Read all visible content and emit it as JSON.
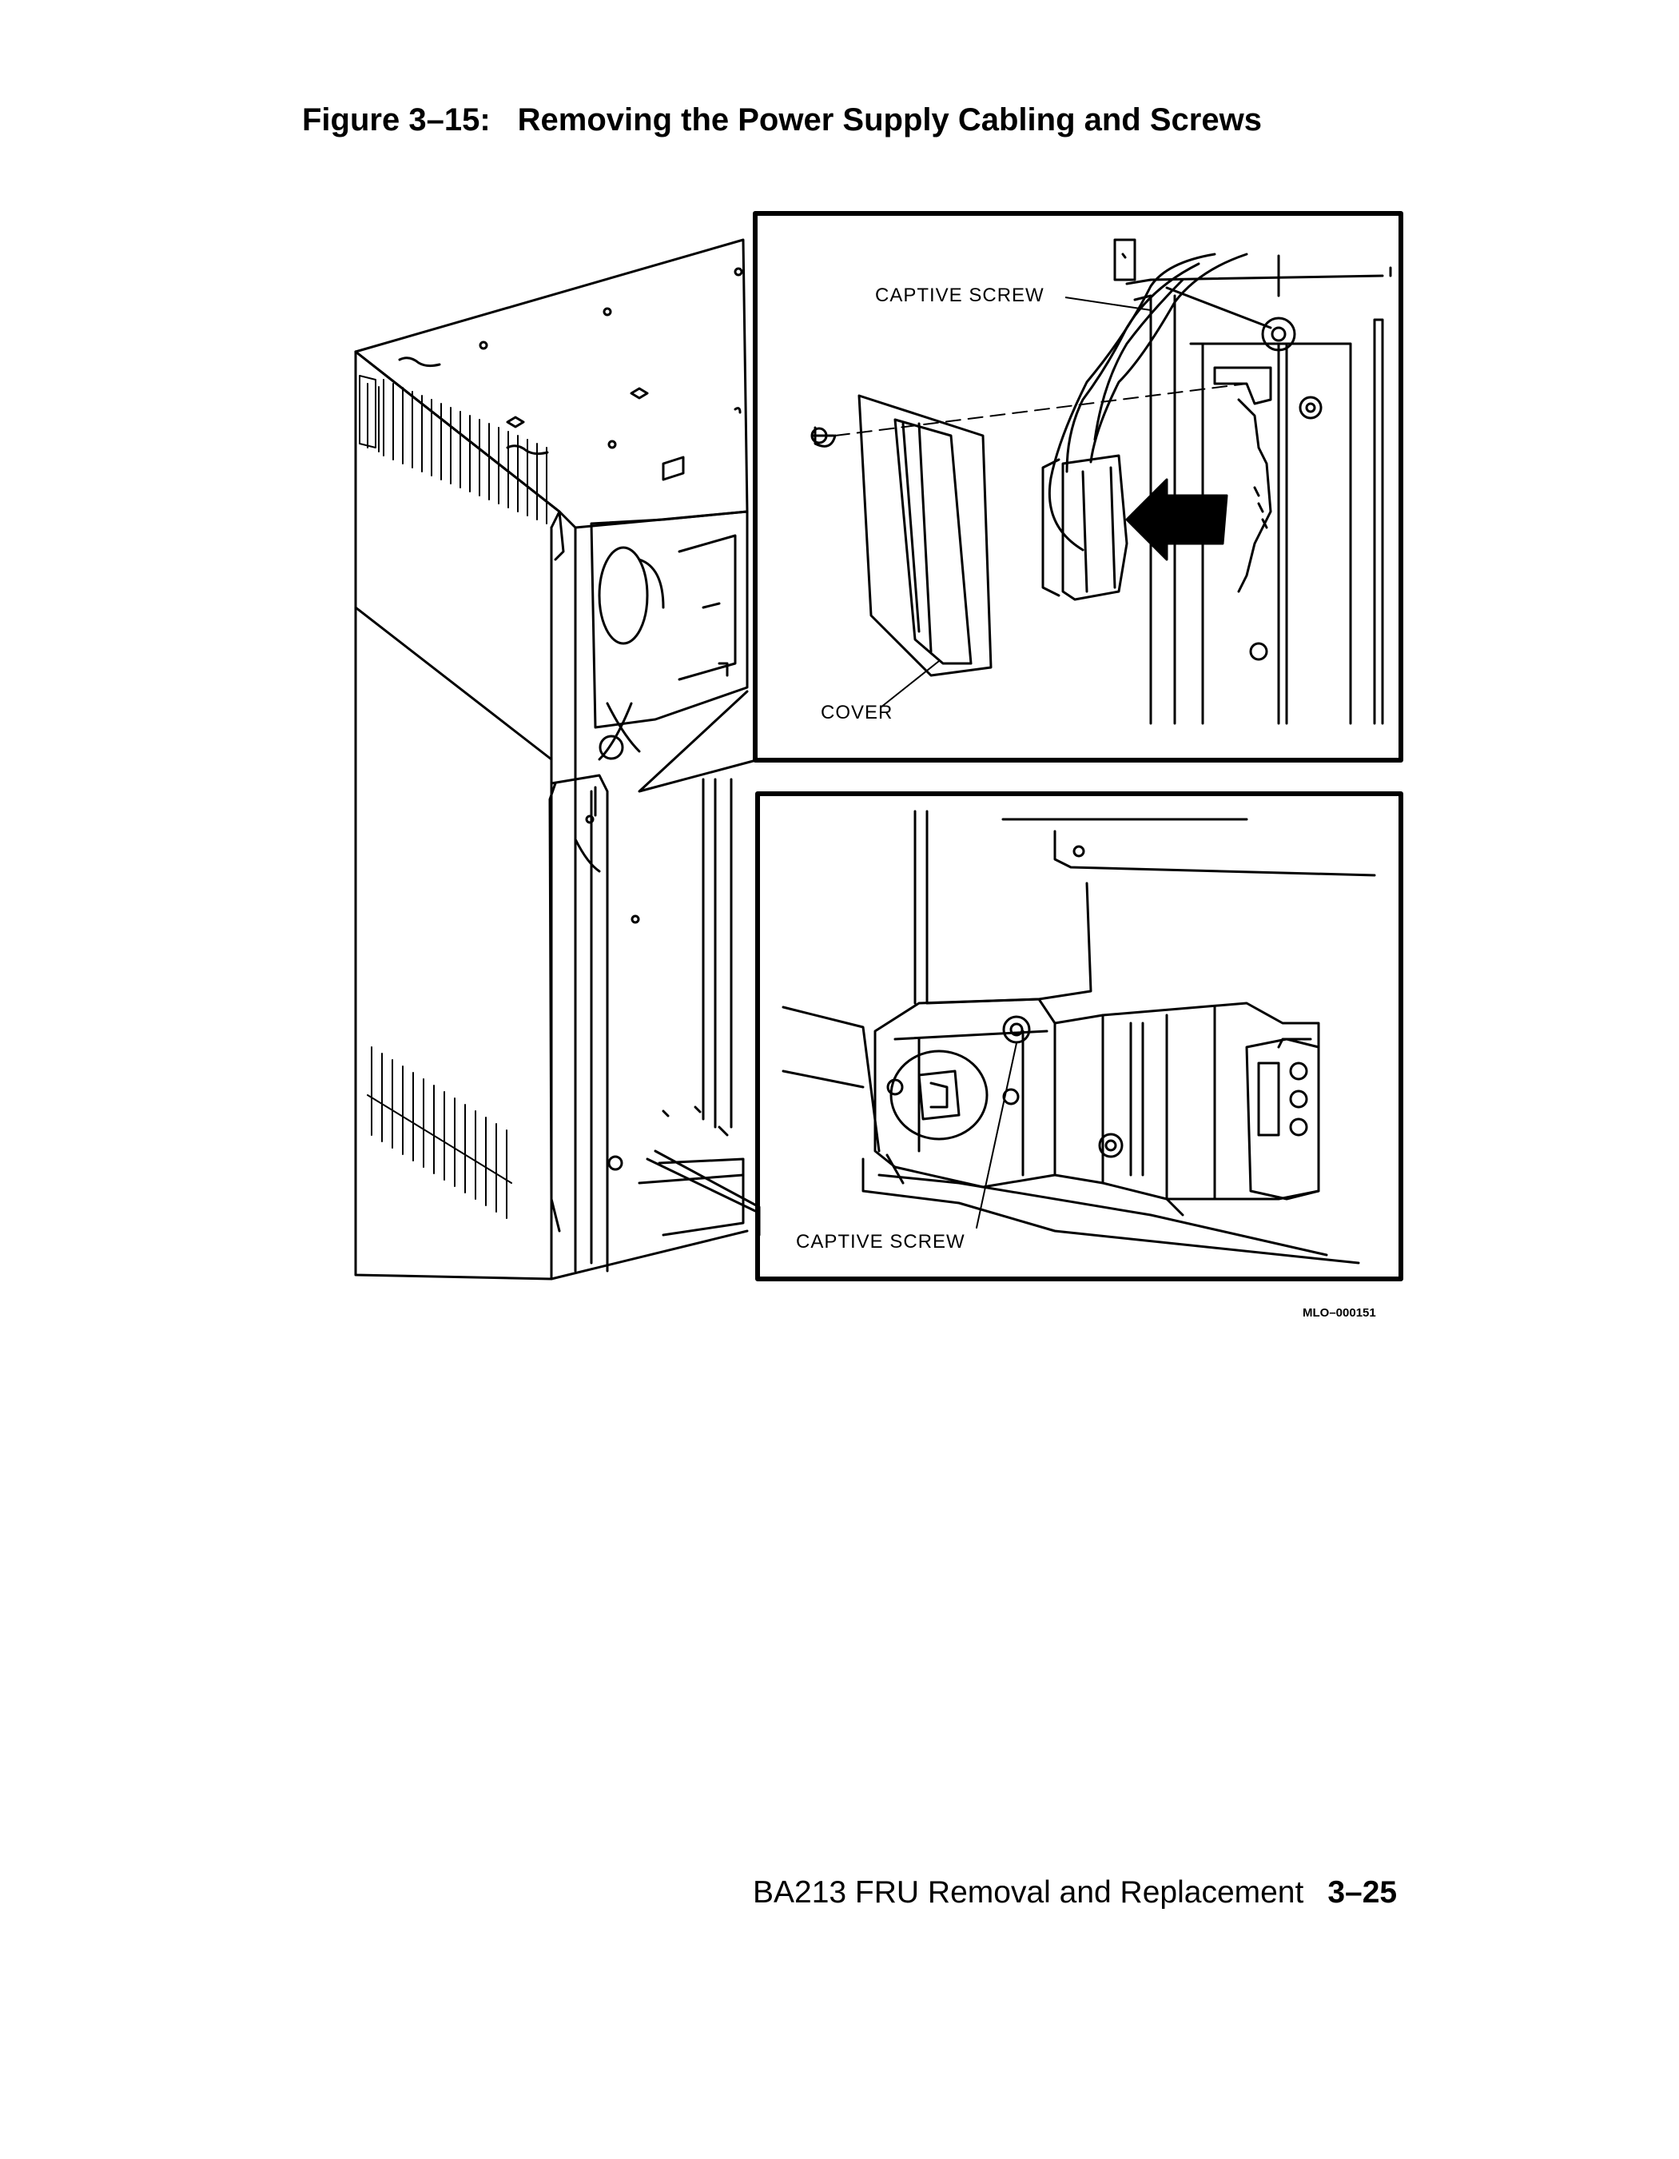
{
  "figure": {
    "number": "Figure 3–15:",
    "title": "Removing the Power Supply Cabling and Screws"
  },
  "callouts": {
    "captive_screw_top": "CAPTIVE SCREW",
    "cover": "COVER",
    "captive_screw_bottom": "CAPTIVE SCREW"
  },
  "figure_id": "MLO–000151",
  "footer": {
    "section": "BA213 FRU Removal and Replacement",
    "page": "3–25"
  }
}
